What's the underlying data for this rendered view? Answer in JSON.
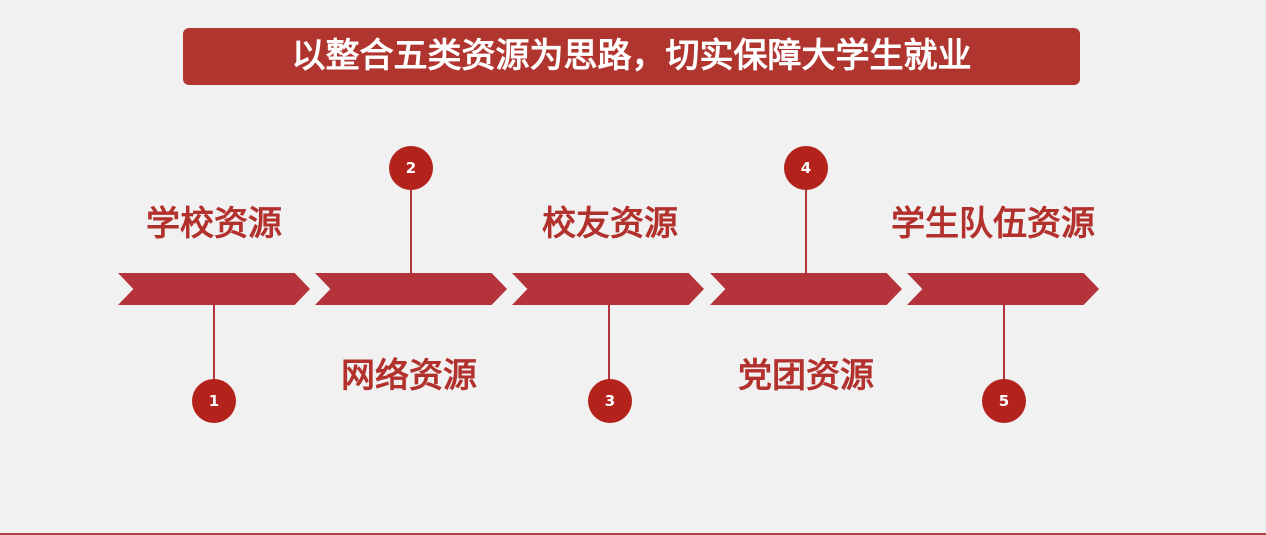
{
  "title": "以整合五类资源为思路，切实保障大学生就业",
  "steps": [
    {
      "number": "1",
      "label": "学校资源"
    },
    {
      "number": "2",
      "label": "网络资源"
    },
    {
      "number": "3",
      "label": "校友资源"
    },
    {
      "number": "4",
      "label": "党团资源"
    },
    {
      "number": "5",
      "label": "学生队伍资源"
    }
  ]
}
